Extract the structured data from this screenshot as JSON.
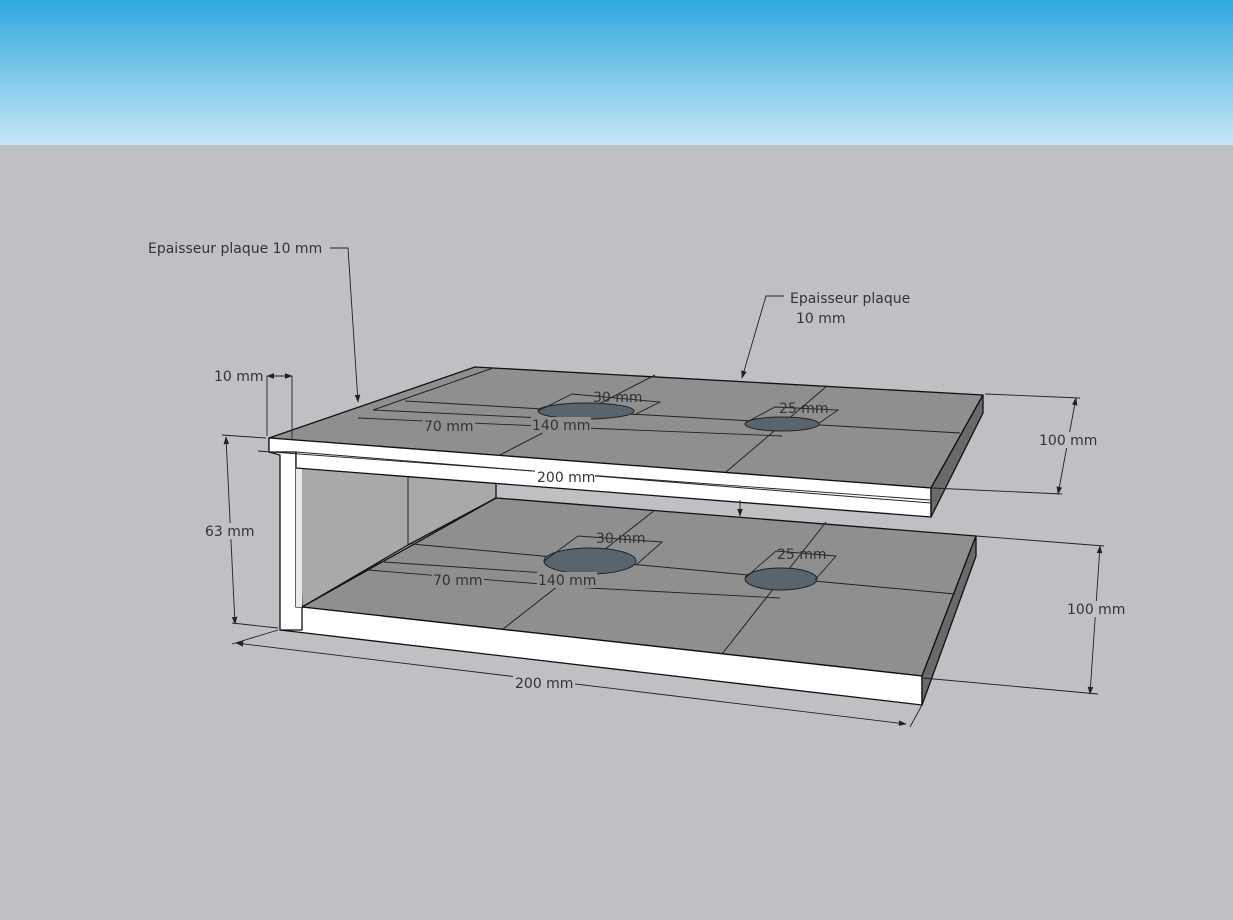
{
  "colors": {
    "sky_top": "#2fa8df",
    "sky_bottom": "#c6e7f5",
    "ground": "#bfc0c4",
    "plate_top": "#8f8f8f",
    "plate_front": "#ffffff",
    "back_wall": "#a9a9a9",
    "hole": "#59646d"
  },
  "annotations": {
    "top_left_thickness": "Epaisseur plaque 10 mm",
    "top_right_thickness_line1": "Epaisseur plaque",
    "top_right_thickness_line2": "10 mm"
  },
  "dimensions": {
    "wall_thickness": "10 mm",
    "height": "63 mm",
    "top_hole_large": "30 mm",
    "top_hole_small": "25 mm",
    "top_offset": "70 mm",
    "top_spacing": "140 mm",
    "top_width": "200 mm",
    "top_depth": "100 mm",
    "bottom_hole_large": "30 mm",
    "bottom_hole_small": "25 mm",
    "bottom_offset": "70 mm",
    "bottom_spacing": "140 mm",
    "bottom_width": "200 mm",
    "bottom_depth": "100 mm"
  }
}
